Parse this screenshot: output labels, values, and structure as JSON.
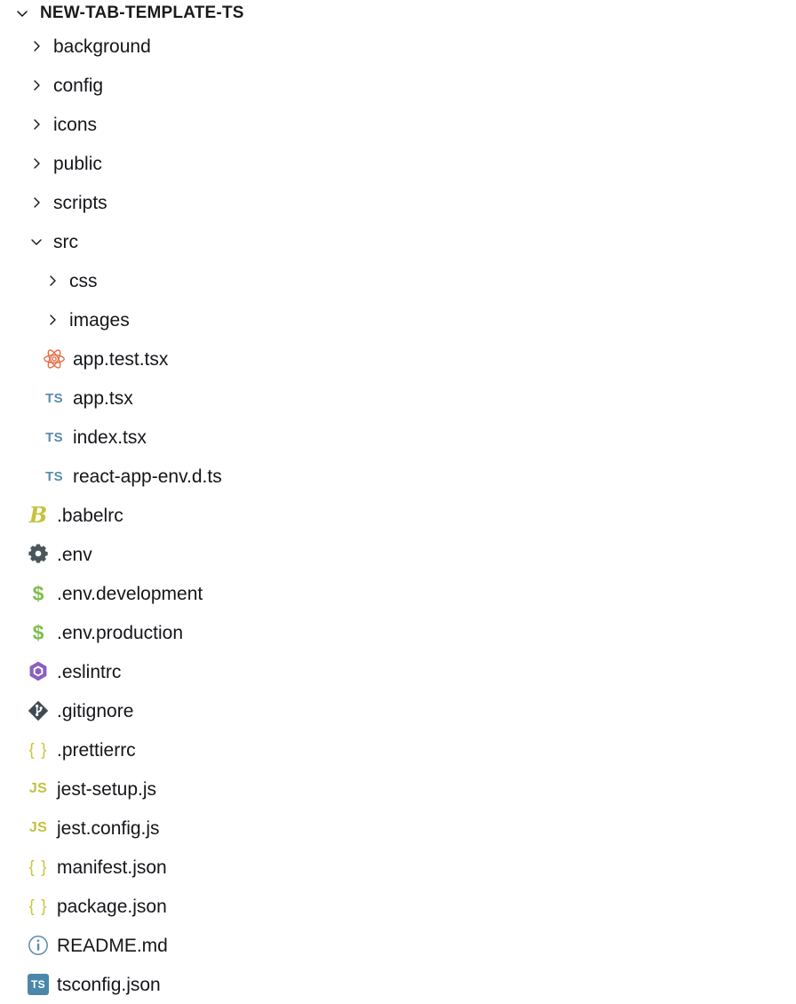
{
  "explorer": {
    "root": {
      "label": "NEW-TAB-TEMPLATE-TS",
      "expanded": true,
      "twisty": "chevron-down-icon"
    },
    "items": [
      {
        "label": "background",
        "kind": "folder",
        "indent": 1,
        "expanded": false,
        "icon": "chevron-right-icon"
      },
      {
        "label": "config",
        "kind": "folder",
        "indent": 1,
        "expanded": false,
        "icon": "chevron-right-icon"
      },
      {
        "label": "icons",
        "kind": "folder",
        "indent": 1,
        "expanded": false,
        "icon": "chevron-right-icon"
      },
      {
        "label": "public",
        "kind": "folder",
        "indent": 1,
        "expanded": false,
        "icon": "chevron-right-icon"
      },
      {
        "label": "scripts",
        "kind": "folder",
        "indent": 1,
        "expanded": false,
        "icon": "chevron-right-icon"
      },
      {
        "label": "src",
        "kind": "folder",
        "indent": 1,
        "expanded": true,
        "icon": "chevron-down-icon"
      },
      {
        "label": "css",
        "kind": "folder",
        "indent": 2,
        "expanded": false,
        "icon": "chevron-right-icon"
      },
      {
        "label": "images",
        "kind": "folder",
        "indent": 2,
        "expanded": false,
        "icon": "chevron-right-icon"
      },
      {
        "label": "app.test.tsx",
        "kind": "file",
        "indent": 2,
        "icon": "react-icon"
      },
      {
        "label": "app.tsx",
        "kind": "file",
        "indent": 2,
        "icon": "typescript-icon"
      },
      {
        "label": "index.tsx",
        "kind": "file",
        "indent": 2,
        "icon": "typescript-icon"
      },
      {
        "label": "react-app-env.d.ts",
        "kind": "file",
        "indent": 2,
        "icon": "typescript-icon"
      },
      {
        "label": ".babelrc",
        "kind": "file",
        "indent": 1,
        "icon": "babel-icon"
      },
      {
        "label": ".env",
        "kind": "file",
        "indent": 1,
        "icon": "gear-icon"
      },
      {
        "label": ".env.development",
        "kind": "file",
        "indent": 1,
        "icon": "dollar-icon"
      },
      {
        "label": ".env.production",
        "kind": "file",
        "indent": 1,
        "icon": "dollar-icon"
      },
      {
        "label": ".eslintrc",
        "kind": "file",
        "indent": 1,
        "icon": "eslint-icon"
      },
      {
        "label": ".gitignore",
        "kind": "file",
        "indent": 1,
        "icon": "git-icon"
      },
      {
        "label": ".prettierrc",
        "kind": "file",
        "indent": 1,
        "icon": "json-braces-icon"
      },
      {
        "label": "jest-setup.js",
        "kind": "file",
        "indent": 1,
        "icon": "javascript-icon"
      },
      {
        "label": "jest.config.js",
        "kind": "file",
        "indent": 1,
        "icon": "javascript-icon"
      },
      {
        "label": "manifest.json",
        "kind": "file",
        "indent": 1,
        "icon": "json-braces-icon"
      },
      {
        "label": "package.json",
        "kind": "file",
        "indent": 1,
        "icon": "json-braces-icon"
      },
      {
        "label": "README.md",
        "kind": "file",
        "indent": 1,
        "icon": "info-circle-icon"
      },
      {
        "label": "tsconfig.json",
        "kind": "file",
        "indent": 1,
        "icon": "tsconfig-icon"
      }
    ],
    "icon_glyphs": {
      "typescript-icon": "TS",
      "javascript-icon": "JS",
      "json-braces-icon": "{ }",
      "babel-icon": "B",
      "dollar-icon": "$",
      "tsconfig-icon": "TS"
    },
    "colors": {
      "text": "#15161a",
      "typescript": "#5b8bab",
      "javascript": "#c3c13e",
      "json": "#c9c73f",
      "babel": "#c6c23c",
      "dollar": "#7fbd4e",
      "eslint": "#8b5fbf",
      "git": "#3f4b52",
      "react": "#e8643c",
      "gear": "#4b565c",
      "info": "#5b8bab",
      "tsconfig_bg": "#4b87ab",
      "background": "#ffffff"
    }
  }
}
